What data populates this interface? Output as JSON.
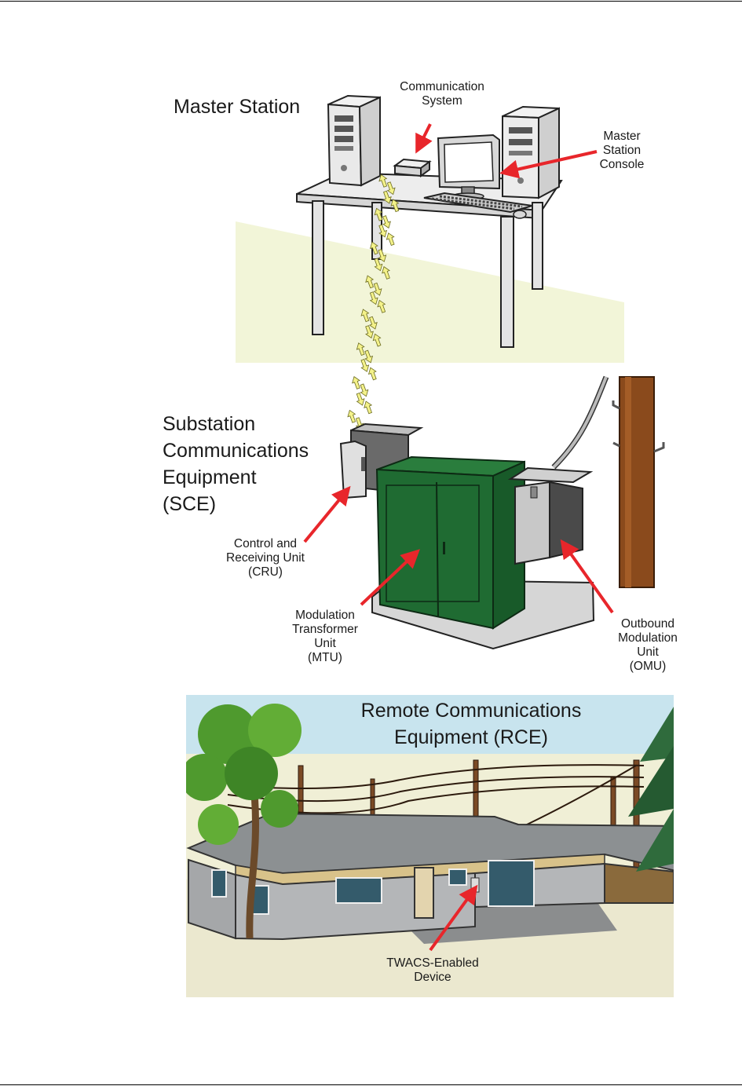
{
  "labels": {
    "master_station": "Master Station",
    "communication_system": "Communication\nSystem",
    "master_station_console": "Master\nStation\nConsole",
    "sce_title": "Substation\nCommunications\nEquipment\n(SCE)",
    "cru": "Control and\nReceiving Unit\n(CRU)",
    "mtu": "Modulation\nTransformer\nUnit\n(MTU)",
    "omu": "Outbound\nModulation\nUnit\n(OMU)",
    "rce_title": "Remote Communications\nEquipment (RCE)",
    "twacs_device": "TWACS-Enabled\nDevice"
  },
  "colors": {
    "accent_arrow": "#e8262b",
    "signal_arrow": "#f4f28a",
    "cabinet_green": "#1f6b32",
    "pole_brown": "#8a4a1c",
    "ground_tint": "#f2f5d8",
    "sky": "#c8e4ee",
    "roof_gray": "#8c9092",
    "siding_gray": "#b4b6b8"
  },
  "icons": {
    "computer_left": "tower-computer-icon",
    "computer_right": "tower-computer-icon",
    "monitor": "monitor-icon",
    "keyboard": "keyboard-icon",
    "modem": "modem-icon",
    "cabinet": "transformer-cabinet-icon",
    "pole": "utility-pole-icon",
    "house": "house-icon"
  }
}
